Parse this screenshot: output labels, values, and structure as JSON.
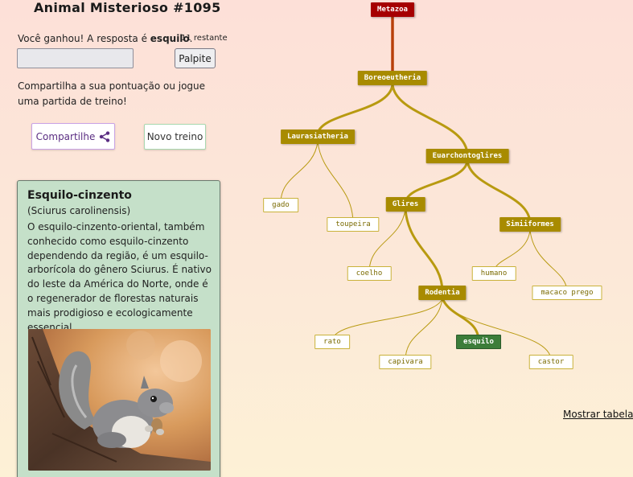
{
  "app": {
    "title": "Animal Misterioso #1095"
  },
  "status": {
    "win_prefix": "Você ganhou! A resposta é ",
    "answer": "esquilo",
    "win_suffix": ".",
    "remaining": "11 restante"
  },
  "guess": {
    "input_value": "",
    "button_label": "Palpite"
  },
  "share": {
    "text": "Compartilha a sua pontuação ou jogue uma partida de treino!",
    "share_label": "Compartilhe",
    "share_icon": "share-icon",
    "practice_label": "Novo treino"
  },
  "card": {
    "common_name": "Esquilo-cinzento",
    "scientific_name": "(Sciurus carolinensis)",
    "description": "O esquilo-cinzento-oriental, também conhecido como esquilo-cinzento dependendo da região, é um esquilo-arborícola do gênero Sciurus. É nativo do leste da América do Norte, onde é o regenerador de florestas naturais mais prodigioso e ecologicamente essencial.",
    "photo_subject": "squirrel-photo"
  },
  "tree": {
    "root": "Metazoa",
    "clades": [
      "Boreoeutheria",
      "Laurasiatheria",
      "Euarchontoglires",
      "Glires",
      "Simiiformes",
      "Rodentia"
    ],
    "leaves": [
      "gado",
      "toupeira",
      "coelho",
      "humano",
      "macaco prego",
      "rato",
      "capivara",
      "castor"
    ],
    "answer_leaf": "esquilo"
  },
  "colors": {
    "root": "#a60000",
    "clade": "#a88b00",
    "answer": "#3c7d3a",
    "branch": "#b89a10"
  },
  "links": {
    "show_table": "Mostrar tabela"
  }
}
